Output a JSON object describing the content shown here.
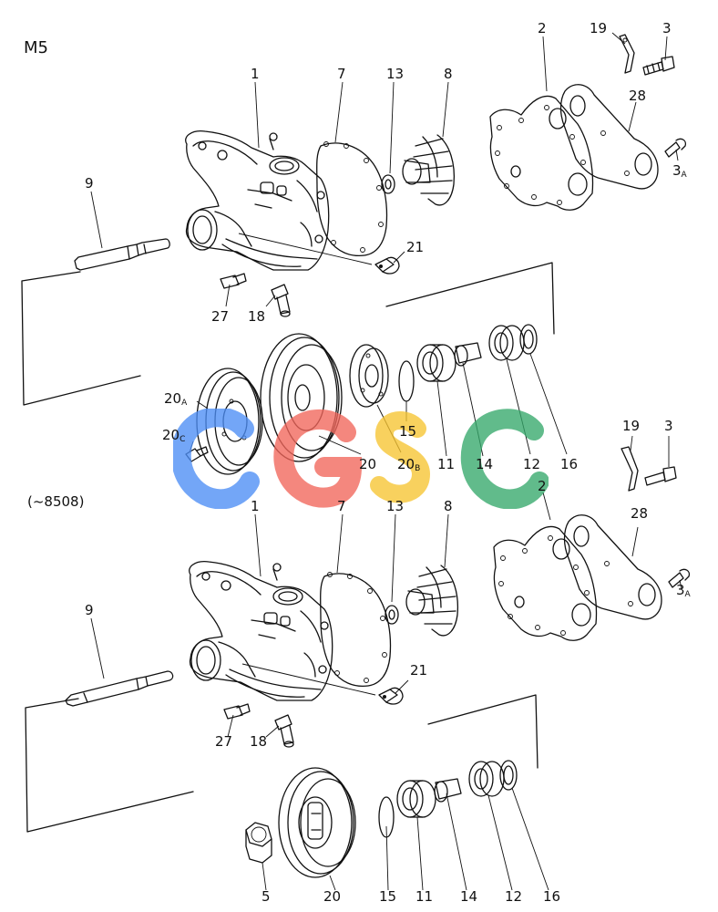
{
  "section_code": "M5",
  "serial_note": "(~8508)",
  "watermark": {
    "letters": [
      "C",
      "G",
      "S",
      "C"
    ],
    "colors": [
      "#4d8ef5",
      "#f2665b",
      "#f7c531",
      "#35a96b"
    ]
  },
  "top_group_labels": [
    {
      "id": "t-1",
      "text": "1"
    },
    {
      "id": "t-7",
      "text": "7"
    },
    {
      "id": "t-13",
      "text": "13"
    },
    {
      "id": "t-8",
      "text": "8"
    },
    {
      "id": "t-2",
      "text": "2"
    },
    {
      "id": "t-19",
      "text": "19"
    },
    {
      "id": "t-3",
      "text": "3"
    },
    {
      "id": "t-28",
      "text": "28"
    },
    {
      "id": "t-3a",
      "text": "3",
      "sub": "A"
    },
    {
      "id": "t-9",
      "text": "9"
    },
    {
      "id": "t-21",
      "text": "21"
    },
    {
      "id": "t-27",
      "text": "27"
    },
    {
      "id": "t-18",
      "text": "18"
    }
  ],
  "pulley_group_labels": [
    {
      "id": "p-20a",
      "text": "20",
      "sub": "A"
    },
    {
      "id": "p-20c",
      "text": "20",
      "sub": "C"
    },
    {
      "id": "p-15",
      "text": "15"
    },
    {
      "id": "p-20",
      "text": "20"
    },
    {
      "id": "p-20b",
      "text": "20",
      "sub": "B"
    },
    {
      "id": "p-11",
      "text": "11"
    },
    {
      "id": "p-14",
      "text": "14"
    },
    {
      "id": "p-12",
      "text": "12"
    },
    {
      "id": "p-16",
      "text": "16"
    }
  ],
  "lower_group_labels": [
    {
      "id": "l-19",
      "text": "19"
    },
    {
      "id": "l-3",
      "text": "3"
    },
    {
      "id": "l-2",
      "text": "2"
    },
    {
      "id": "l-28",
      "text": "28"
    },
    {
      "id": "l-1",
      "text": "1"
    },
    {
      "id": "l-7",
      "text": "7"
    },
    {
      "id": "l-13",
      "text": "13"
    },
    {
      "id": "l-8",
      "text": "8"
    },
    {
      "id": "l-3a",
      "text": "3",
      "sub": "A"
    },
    {
      "id": "l-9",
      "text": "9"
    },
    {
      "id": "l-21",
      "text": "21"
    },
    {
      "id": "l-27",
      "text": "27"
    },
    {
      "id": "l-18",
      "text": "18"
    }
  ],
  "bottom_group_labels": [
    {
      "id": "b-5",
      "text": "5"
    },
    {
      "id": "b-20",
      "text": "20"
    },
    {
      "id": "b-15",
      "text": "15"
    },
    {
      "id": "b-11",
      "text": "11"
    },
    {
      "id": "b-14",
      "text": "14"
    },
    {
      "id": "b-12",
      "text": "12"
    },
    {
      "id": "b-16",
      "text": "16"
    }
  ]
}
